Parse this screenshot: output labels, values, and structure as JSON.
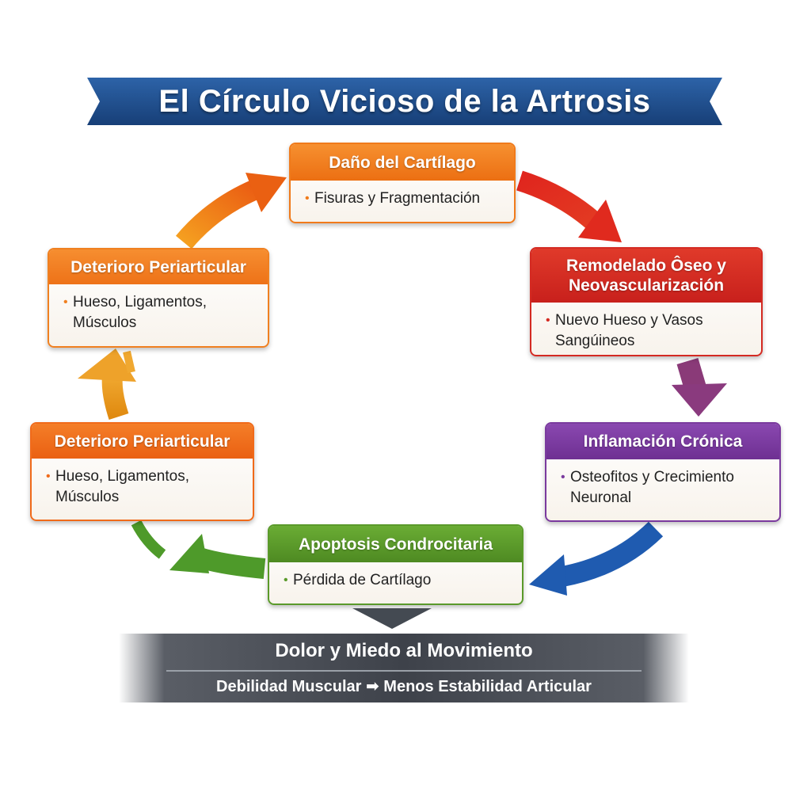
{
  "title": "El Círculo Vicioso de la Artrosis",
  "colors": {
    "banner": "#1f4e8c",
    "orange": "#f07a1a",
    "red": "#d42a22",
    "purple": "#7a3a9e",
    "green": "#5a9a2a",
    "blue": "#1f5bb0",
    "dark": "#3e424a"
  },
  "boxes": [
    {
      "title": "Daño del Cartílago",
      "bullet": "Fisuras y Fragmentación"
    },
    {
      "title": "Remodelado Ôseo y Neovascularización",
      "bullet": "Nuevo Hueso y Vasos Sangúineos"
    },
    {
      "title": "Inflamación Crónica",
      "bullet": "Osteofitos y Crecimiento Neuronal"
    },
    {
      "title": "Apoptosis Condrocitaria",
      "bullet": "Pérdida de Cartílago"
    },
    {
      "title": "Deterioro Periarticular",
      "bullet": "Hueso, Ligamentos, Músculos"
    },
    {
      "title": "Deterioro Periarticular",
      "bullet": "Hueso, Ligamentos, Músculos"
    }
  ],
  "bottom": {
    "line1": "Dolor y Miedo al Movimiento",
    "line2_left": "Debilidad Muscular",
    "arrow": "➡",
    "line2_right": "Menos Estabilidad Articular"
  }
}
